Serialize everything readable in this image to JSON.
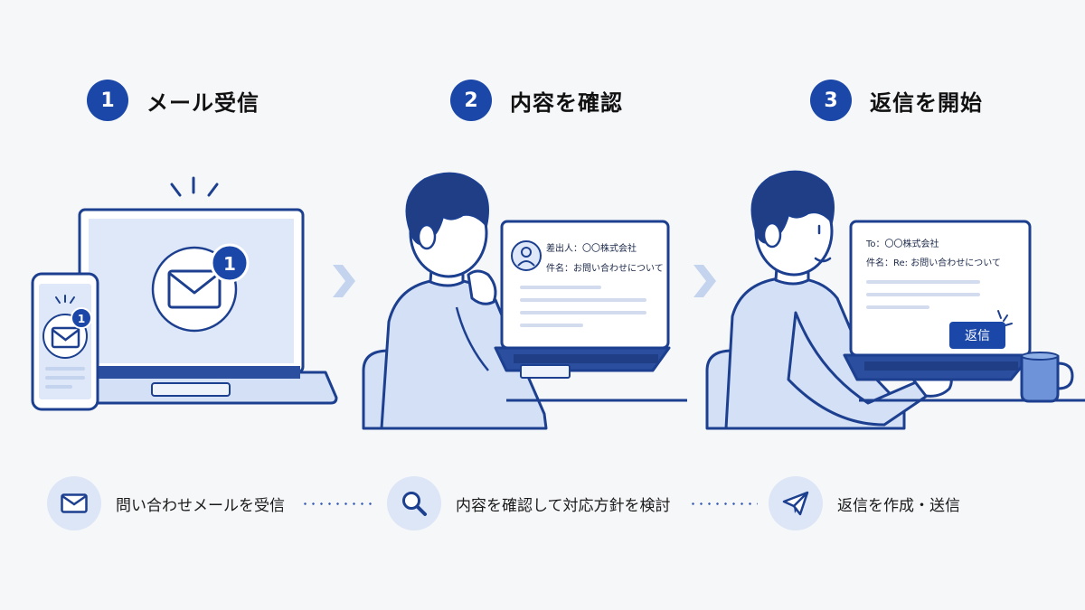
{
  "steps": [
    {
      "number": "1",
      "title": "メール受信"
    },
    {
      "number": "2",
      "title": "内容を確認"
    },
    {
      "number": "3",
      "title": "返信を開始"
    }
  ],
  "scene1": {
    "laptop_badge": "1",
    "phone_badge": "1"
  },
  "scene2": {
    "sender_line": "差出人：〇〇株式会社",
    "subject_line": "件名：お問い合わせについて"
  },
  "scene3": {
    "to_line": "To：〇〇株式会社",
    "subject_line": "件名：Re: お問い合わせについて",
    "reply_button": "返信"
  },
  "bottom": [
    {
      "label": "問い合わせメールを受信",
      "icon": "envelope-icon"
    },
    {
      "label": "内容を確認して対応方針を検討",
      "icon": "magnifier-icon"
    },
    {
      "label": "返信を作成・送信",
      "icon": "paper-plane-icon"
    }
  ],
  "colors": {
    "accent": "#1a47a8",
    "light": "#dde6f6",
    "line": "#1c3f8f"
  }
}
